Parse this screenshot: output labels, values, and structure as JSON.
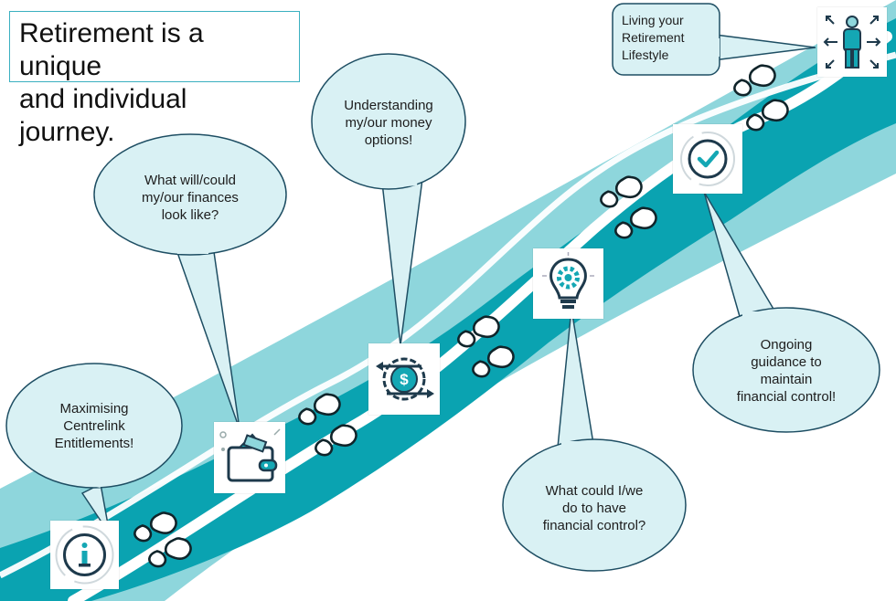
{
  "title": "Retirement is a unique and individual journey.",
  "title_lines": [
    "Retirement is a unique",
    "and individual journey."
  ],
  "colors": {
    "path_dark": "#0aa3b1",
    "path_light": "#8ed6dc",
    "bubble_fill": "#d9f1f4",
    "bubble_stroke": "#1e4e63",
    "icon_stroke": "#1e3a4c",
    "icon_accent": "#14a7b4"
  },
  "steps": [
    {
      "id": "centrelink",
      "icon": "info-icon",
      "bubble": "Maximising Centrelink Entitlements!",
      "lines": [
        "Maximising",
        "Centrelink",
        "Entitlements!"
      ]
    },
    {
      "id": "finances",
      "icon": "wallet-icon",
      "bubble": "What will/could my/our finances look like?",
      "lines": [
        "What will/could",
        "my/our finances",
        "look like?"
      ]
    },
    {
      "id": "money-options",
      "icon": "dollar-cycle-icon",
      "bubble": "Understanding my/our money options!",
      "lines": [
        "Understanding",
        "my/our money",
        "options!"
      ]
    },
    {
      "id": "financial-control",
      "icon": "lightbulb-gear-icon",
      "bubble": "What could I/we do to have financial control?",
      "lines": [
        "What could I/we",
        "do to have",
        "financial control?"
      ]
    },
    {
      "id": "ongoing-guidance",
      "icon": "checkmark-icon",
      "bubble": "Ongoing guidance to maintain financial control!",
      "lines": [
        "Ongoing",
        "guidance to",
        "maintain",
        "financial control!"
      ]
    },
    {
      "id": "lifestyle",
      "icon": "person-arrows-icon",
      "bubble": "Living your Retirement Lifestyle",
      "lines": [
        "Living your",
        "Retirement",
        "Lifestyle"
      ]
    }
  ],
  "footprints": [
    "footprints-icon",
    "footprints-icon",
    "footprints-icon",
    "footprints-icon",
    "footprints-icon",
    "footprints-icon"
  ]
}
